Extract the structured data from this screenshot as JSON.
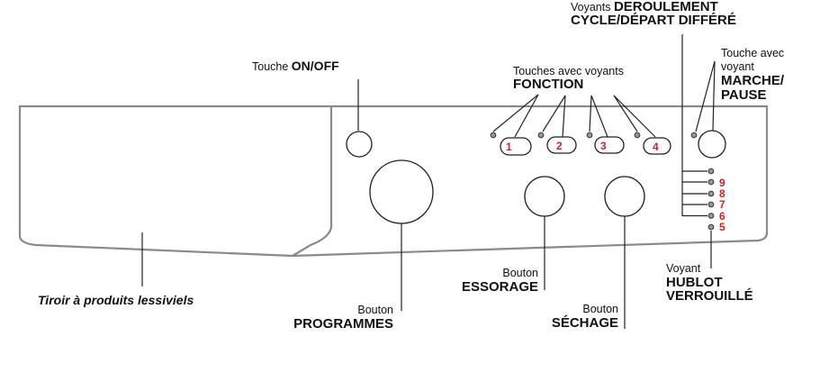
{
  "onoff": {
    "prefix": "Touche",
    "name": "ON/OFF"
  },
  "programmes": {
    "prefix": "Bouton",
    "name": "PROGRAMMES"
  },
  "essorage": {
    "prefix": "Bouton",
    "name": "ESSORAGE"
  },
  "sechage": {
    "prefix": "Bouton",
    "name": "SÉCHAGE"
  },
  "fonction": {
    "prefix": "Touches avec voyants",
    "name": "FONCTION",
    "buttons": [
      "1",
      "2",
      "3",
      "4"
    ]
  },
  "deroulement": {
    "prefix": "Voyants",
    "line1": "DEROULEMENT",
    "line2": "CYCLE/DÉPART DIFFÉRÉ"
  },
  "marche": {
    "line1": "Touche avec",
    "line2": "voyant",
    "line3": "MARCHE/",
    "line4": "PAUSE"
  },
  "hublot": {
    "prefix": "Voyant",
    "line1": "HUBLOT",
    "line2": "VERROUILLÉ"
  },
  "leds": [
    "9",
    "8",
    "7",
    "6",
    "5"
  ],
  "tiroir": "Tiroir à produits lessiviels",
  "colors": {
    "number_red": "#d0202a",
    "panel_grey": "#8a8a8a"
  }
}
